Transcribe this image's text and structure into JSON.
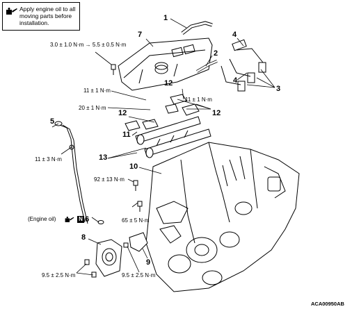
{
  "note": {
    "text": "Apply engine oil to all moving parts before installation."
  },
  "torque_labels": {
    "t_cover": "3.0 ± 1.0 N·m → 5.5 ± 0.5 N·m",
    "t_11a": "11 ± 1 N·m",
    "t_20": "20 ± 1 N·m",
    "t_11b": "11 ± 1 N·m",
    "t_11c": "11 ± 3 N·m",
    "t_92": "92 ± 13 N·m",
    "t_65": "65 ± 5 N·m",
    "t_95a": "9.5 ± 2.5 N·m",
    "t_95b": "9.5 ± 2.5 N·m"
  },
  "engine_oil_label": "(Engine oil)",
  "n_badge": "N",
  "part_numbers": {
    "p1": "1",
    "p2": "2",
    "p3": "3",
    "p4a": "4",
    "p4b": "4",
    "p5": "5",
    "p6": "6",
    "p7": "7",
    "p8": "8",
    "p9": "9",
    "p10": "10",
    "p11": "11",
    "p12a": "12",
    "p12b": "12",
    "p12c": "12",
    "p13": "13"
  },
  "figure_code": "ACA00950AB",
  "icons": [
    "oil-can-icon"
  ]
}
